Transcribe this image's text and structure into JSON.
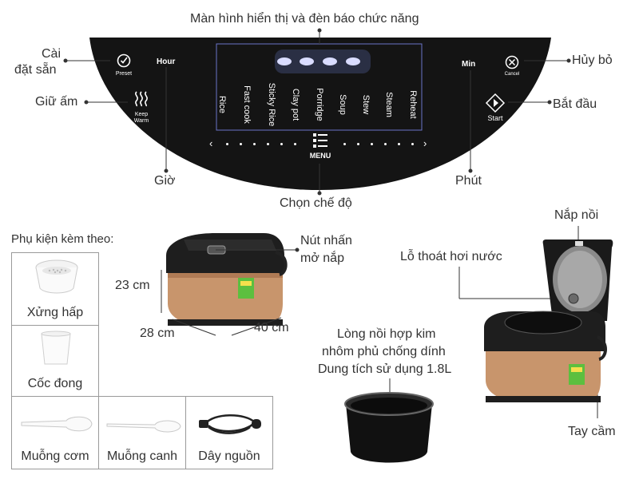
{
  "panel": {
    "title": "Màn hình hiển thị và đèn báo chức năng",
    "preset_label": "Preset",
    "hour_label": "Hour",
    "keep_warm_label_1": "Keep",
    "keep_warm_label_2": "Warm",
    "min_label": "Min",
    "cancel_label": "Cancel",
    "start_label": "Start",
    "menu_label": "MENU",
    "modes": [
      "Rice",
      "Fast cook",
      "Sticky Rice",
      "Clay pot",
      "Porridge",
      "Soup",
      "Stew",
      "Steam",
      "Reheat"
    ]
  },
  "callouts": {
    "preset_1": "Cài",
    "preset_2": "đặt sẵn",
    "keep_warm": "Giữ ấm",
    "hour": "Giờ",
    "menu": "Chọn chế độ",
    "minute": "Phút",
    "cancel": "Hủy bỏ",
    "start": "Bắt đầu"
  },
  "accessories": {
    "title": "Phụ kiện kèm theo:",
    "items": [
      "Xửng hấp",
      "Cốc đong",
      "Muỗng cơm",
      "Muỗng canh",
      "Dây nguồn"
    ]
  },
  "dimensions": {
    "height": "23 cm",
    "depth": "28 cm",
    "width": "40 cm",
    "open_button_1": "Nút nhấn",
    "open_button_2": "mở nắp"
  },
  "parts": {
    "lid": "Nắp nồi",
    "vent": "Lỗ thoát hơi nước",
    "pot_1": "Lòng nồi hợp kim",
    "pot_2": "nhôm phủ chống dính",
    "pot_3": "Dung tích sử dụng 1.8L",
    "handle": "Tay cầm"
  },
  "colors": {
    "panel": "#141414",
    "body_gold": "#c8956c",
    "label_green": "#5cbf3f",
    "line": "#333333"
  }
}
